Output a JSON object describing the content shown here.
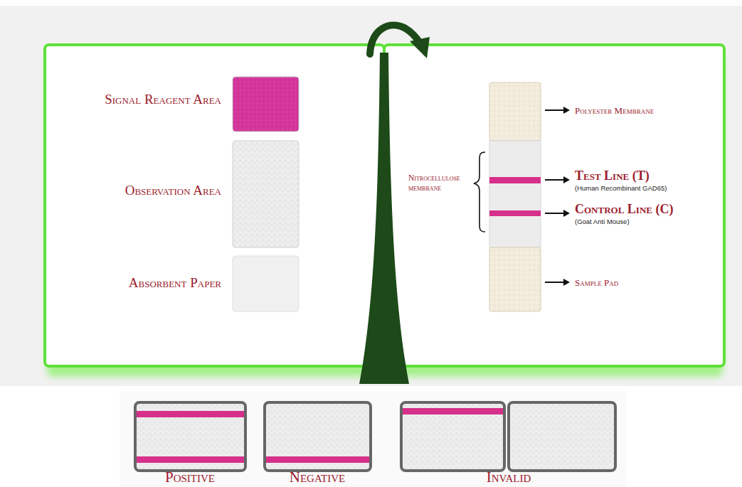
{
  "diagram": {
    "labels": [
      "Signal Reagent Area",
      "Observation Area",
      "Absorbent Paper",
      "Polyester Membrane",
      "Nitrocellulose membrane",
      "Test Line (T)",
      "(Human Recombinant GAD65)",
      "Control Line (C)",
      "(Goat Anti Mouse)",
      "Sample Pad",
      "Positive",
      "Negative",
      "Invalid"
    ]
  }
}
